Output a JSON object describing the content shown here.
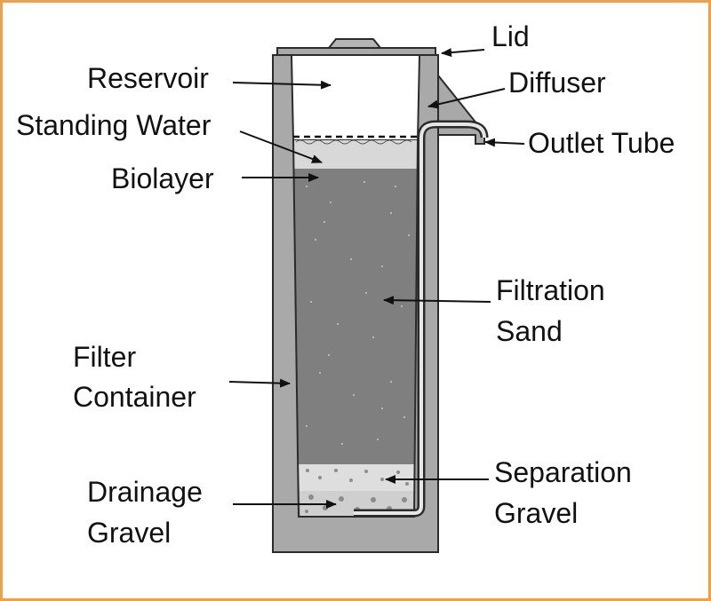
{
  "labels": {
    "lid": "Lid",
    "reservoir": "Reservoir",
    "diffuser": "Diffuser",
    "standing_water": "Standing Water",
    "outlet_tube": "Outlet Tube",
    "biolayer": "Biolayer",
    "filtration_sand_1": "Filtration",
    "filtration_sand_2": "Sand",
    "filter_container_1": "Filter",
    "filter_container_2": "Container",
    "separation_gravel_1": "Separation",
    "separation_gravel_2": "Gravel",
    "drainage_gravel_1": "Drainage",
    "drainage_gravel_2": "Gravel"
  },
  "colors": {
    "border": "#f0a04b",
    "container": "#a9a9a9",
    "container_stroke": "#2b2b2b",
    "sand": "#7f7f7f",
    "standing_water": "#d8d8d8",
    "gravel": "#cfcfcf",
    "reservoir": "#ffffff"
  }
}
